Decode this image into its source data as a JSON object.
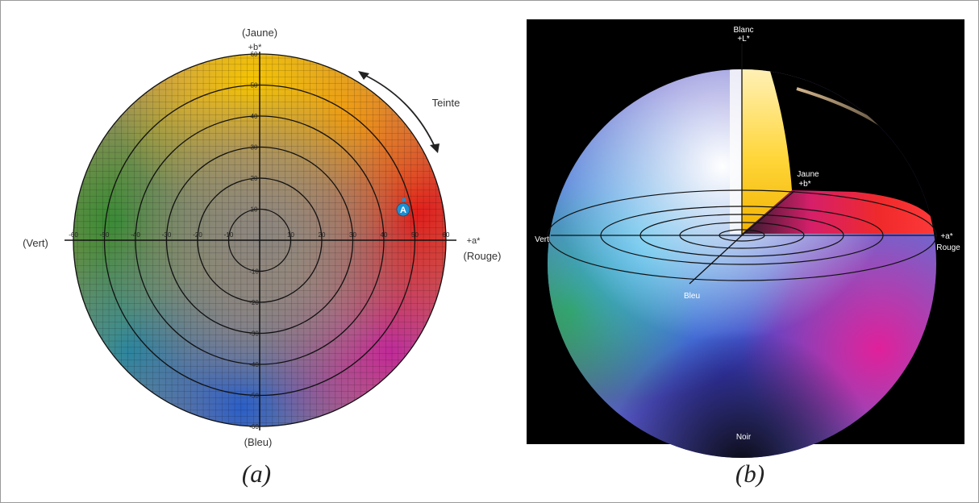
{
  "panel_a": {
    "top_label": "(Jaune)",
    "b_axis_label": "+b*",
    "hue_label": "Teinte",
    "a_axis_label": "+a*",
    "right_label": "(Rouge)",
    "left_label": "(Vert)",
    "bottom_label": "(Bleu)",
    "marker_label": "A",
    "x_ticks": [
      "-60",
      "-50",
      "-40",
      "-30",
      "-20",
      "-10",
      "10",
      "20",
      "30",
      "40",
      "50",
      "60"
    ],
    "y_ticks": [
      "60",
      "50",
      "40",
      "30",
      "20",
      "10",
      "-10",
      "-20",
      "-30",
      "-40",
      "-50",
      "-60"
    ],
    "caption": "(a)"
  },
  "panel_b": {
    "white_label": "Blanc",
    "l_axis_label": "+L*",
    "yellow_label": "Jaune",
    "b_axis_label": "+b*",
    "green_label": "Vert",
    "a_axis_label": "+a*",
    "red_label": "Rouge",
    "blue_label": "Bleu",
    "black_label": "Noir",
    "caption": "(b)"
  }
}
